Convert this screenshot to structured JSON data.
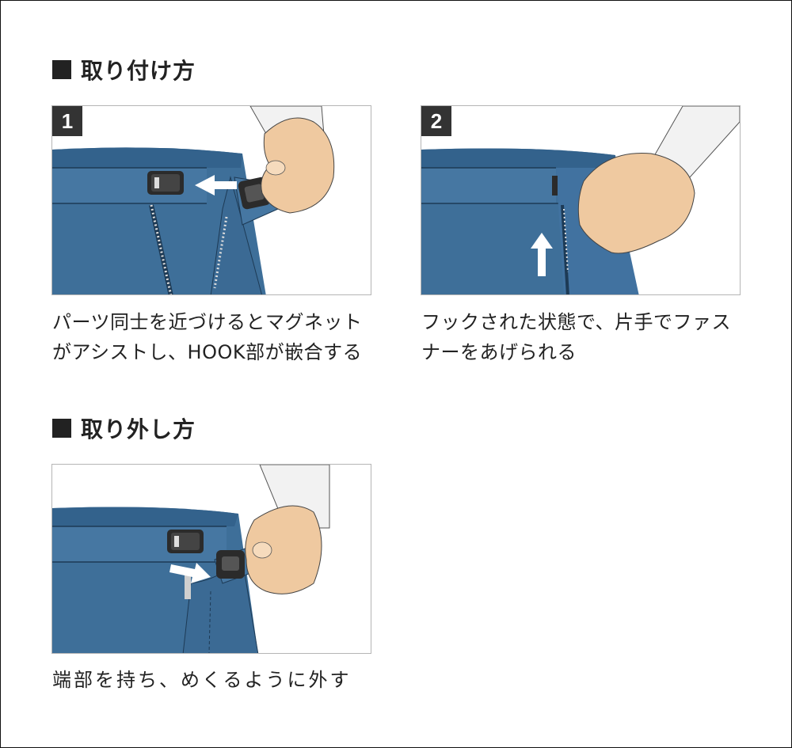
{
  "sections": [
    {
      "title": "取り付け方",
      "icon": "black-square-bullet",
      "steps": [
        {
          "number": "1",
          "illustration": "magnet-hook-approach-arrow-left",
          "caption": "パーツ同士を近づけるとマグネット\nがアシストし、HOOK部が嵌合する"
        },
        {
          "number": "2",
          "illustration": "hook-closed-zipper-up-arrow",
          "caption": "フックされた状態で、片手でファス\nナーをあげられる"
        }
      ]
    },
    {
      "title": "取り外し方",
      "icon": "black-square-bullet",
      "steps": [
        {
          "number": "",
          "illustration": "hook-release-peel-arrow",
          "caption": "端部を持ち、めくるように外す"
        }
      ]
    }
  ],
  "colors": {
    "fabric": "#3e6f99",
    "fabric_dark": "#2e5a80",
    "skin": "#efc9a0",
    "shirt": "#f2f2f2",
    "hardware": "#2b2b2b",
    "badge": "#333333",
    "arrow": "#ffffff"
  }
}
